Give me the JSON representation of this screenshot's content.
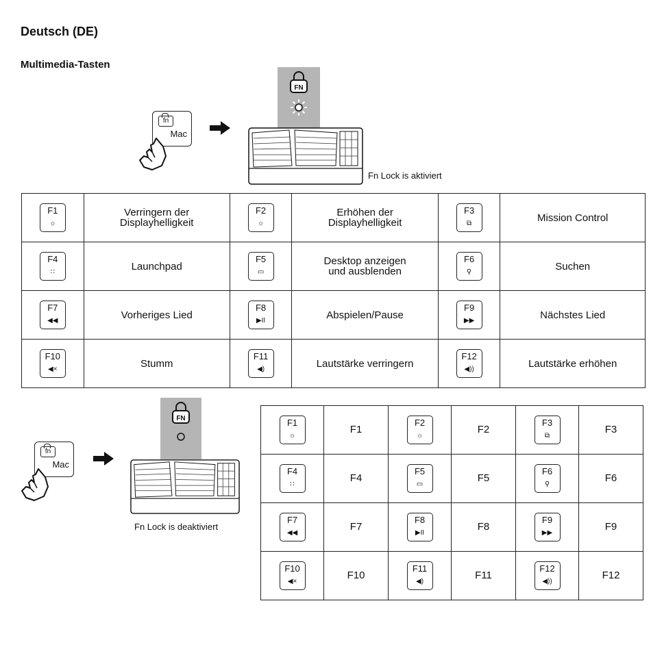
{
  "heading": "Deutsch (DE)",
  "section": "Multimedia-Tasten",
  "fn_key_label": "fn",
  "mac_label": "Mac",
  "lock_label": "FN",
  "caption_on": "Fn Lock is aktiviert",
  "caption_off": "Fn Lock is deaktiviert",
  "table_on": [
    [
      {
        "key": "F1",
        "icon": "brightness-down-icon",
        "glyph": "☼",
        "desc": [
          "Verringern der",
          "Displayhelligkeit"
        ]
      },
      {
        "key": "F2",
        "icon": "brightness-up-icon",
        "glyph": "☼",
        "desc": [
          "Erhöhen der",
          "Displayhelligkeit"
        ]
      },
      {
        "key": "F3",
        "icon": "mission-control-icon",
        "glyph": "⧉",
        "desc": [
          "Mission Control"
        ]
      }
    ],
    [
      {
        "key": "F4",
        "icon": "launchpad-icon",
        "glyph": "∷",
        "desc": [
          "Launchpad"
        ]
      },
      {
        "key": "F5",
        "icon": "desktop-icon",
        "glyph": "▭",
        "desc": [
          "Desktop anzeigen",
          "und ausblenden"
        ]
      },
      {
        "key": "F6",
        "icon": "search-icon",
        "glyph": "⚲",
        "desc": [
          "Suchen"
        ]
      }
    ],
    [
      {
        "key": "F7",
        "icon": "previous-track-icon",
        "glyph": "◀◀",
        "desc": [
          "Vorheriges Lied"
        ]
      },
      {
        "key": "F8",
        "icon": "play-pause-icon",
        "glyph": "▶II",
        "desc": [
          "Abspielen/Pause"
        ]
      },
      {
        "key": "F9",
        "icon": "next-track-icon",
        "glyph": "▶▶",
        "desc": [
          "Nächstes Lied"
        ]
      }
    ],
    [
      {
        "key": "F10",
        "icon": "mute-icon",
        "glyph": "◀×",
        "desc": [
          "Stumm"
        ]
      },
      {
        "key": "F11",
        "icon": "volume-down-icon",
        "glyph": "◀)",
        "desc": [
          "Lautstärke verringern"
        ]
      },
      {
        "key": "F12",
        "icon": "volume-up-icon",
        "glyph": "◀))",
        "desc": [
          "Lautstärke erhöhen"
        ]
      }
    ]
  ],
  "table_off": [
    [
      {
        "key": "F1",
        "icon": "brightness-down-icon",
        "glyph": "☼",
        "desc": "F1"
      },
      {
        "key": "F2",
        "icon": "brightness-up-icon",
        "glyph": "☼",
        "desc": "F2"
      },
      {
        "key": "F3",
        "icon": "mission-control-icon",
        "glyph": "⧉",
        "desc": "F3"
      }
    ],
    [
      {
        "key": "F4",
        "icon": "launchpad-icon",
        "glyph": "∷",
        "desc": "F4"
      },
      {
        "key": "F5",
        "icon": "desktop-icon",
        "glyph": "▭",
        "desc": "F5"
      },
      {
        "key": "F6",
        "icon": "search-icon",
        "glyph": "⚲",
        "desc": "F6"
      }
    ],
    [
      {
        "key": "F7",
        "icon": "previous-track-icon",
        "glyph": "◀◀",
        "desc": "F7"
      },
      {
        "key": "F8",
        "icon": "play-pause-icon",
        "glyph": "▶II",
        "desc": "F8"
      },
      {
        "key": "F9",
        "icon": "next-track-icon",
        "glyph": "▶▶",
        "desc": "F9"
      }
    ],
    [
      {
        "key": "F10",
        "icon": "mute-icon",
        "glyph": "◀×",
        "desc": "F10"
      },
      {
        "key": "F11",
        "icon": "volume-down-icon",
        "glyph": "◀)",
        "desc": "F11"
      },
      {
        "key": "F12",
        "icon": "volume-up-icon",
        "glyph": "◀))",
        "desc": "F12"
      }
    ]
  ]
}
